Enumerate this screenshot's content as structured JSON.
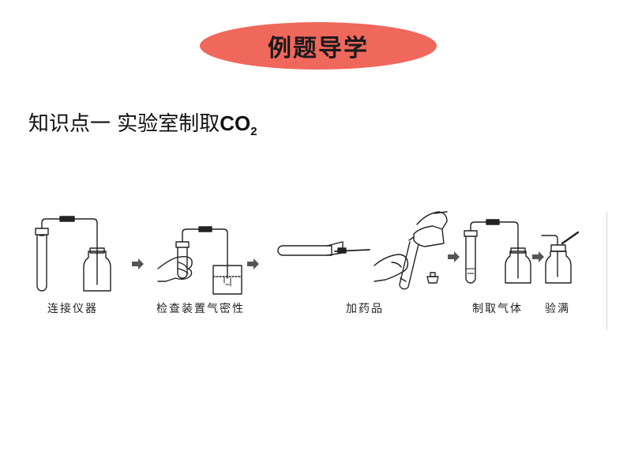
{
  "banner": {
    "title": "例题导学"
  },
  "section": {
    "title_prefix": "知识点一  实验室制取",
    "formula_main": "CO",
    "formula_sub": "2"
  },
  "steps": [
    {
      "label": "连接仪器"
    },
    {
      "label": "检查装置气密性"
    },
    {
      "label": "加药品"
    },
    {
      "label": "制取气体"
    },
    {
      "label": "验满"
    }
  ],
  "colors": {
    "banner": "#f0675c",
    "arrow": "#555555",
    "line": "#222222"
  }
}
